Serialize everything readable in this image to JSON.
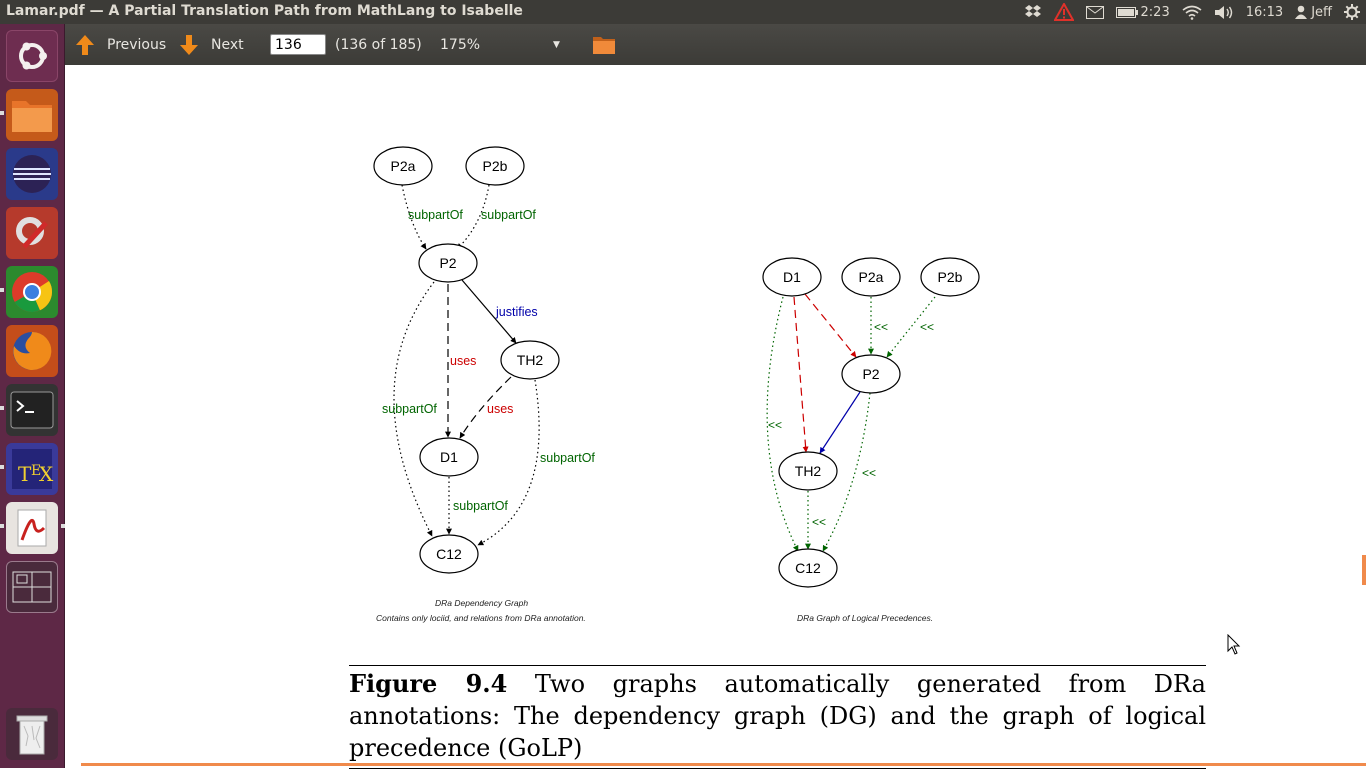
{
  "window": {
    "title": "Lamar.pdf — A Partial Translation Path from MathLang to Isabelle"
  },
  "indicators": {
    "battery": "2:23",
    "clock": "16:13",
    "user": "Jeff"
  },
  "launcher": {
    "items": [
      "dash-home",
      "files",
      "eclipse",
      "system-settings",
      "chrome",
      "firefox",
      "terminal",
      "texmaker",
      "document-viewer",
      "workspace-switcher",
      "trash"
    ]
  },
  "toolbar": {
    "previous_label": "Previous",
    "next_label": "Next",
    "page_value": "136",
    "page_count": "(136 of 185)",
    "zoom": "175%"
  },
  "document": {
    "dg": {
      "caption_title": "DRa Dependency Graph",
      "caption_sub": "Contains only lociid, and relations from DRa annotation.",
      "nodes": [
        {
          "id": "P2a",
          "label": "P2a"
        },
        {
          "id": "P2b",
          "label": "P2b"
        },
        {
          "id": "P2",
          "label": "P2"
        },
        {
          "id": "TH2",
          "label": "TH2"
        },
        {
          "id": "D1",
          "label": "D1"
        },
        {
          "id": "C12",
          "label": "C12"
        }
      ],
      "edges": [
        {
          "from": "P2a",
          "to": "P2",
          "label": "subpartOf",
          "style": "dotted",
          "color": "#006400"
        },
        {
          "from": "P2b",
          "to": "P2",
          "label": "subpartOf",
          "style": "dotted",
          "color": "#006400"
        },
        {
          "from": "P2",
          "to": "TH2",
          "label": "justifies",
          "style": "solid",
          "color": "#0000aa"
        },
        {
          "from": "P2",
          "to": "D1",
          "label": "uses",
          "style": "dashed",
          "color": "#cc0000"
        },
        {
          "from": "TH2",
          "to": "D1",
          "label": "uses",
          "style": "dashed",
          "color": "#cc0000"
        },
        {
          "from": "P2",
          "to": "C12",
          "label": "subpartOf",
          "style": "dotted",
          "color": "#006400"
        },
        {
          "from": "TH2",
          "to": "C12",
          "label": "subpartOf",
          "style": "dotted",
          "color": "#006400"
        },
        {
          "from": "D1",
          "to": "C12",
          "label": "subpartOf",
          "style": "dotted",
          "color": "#006400"
        }
      ]
    },
    "golp": {
      "caption_title": "DRa Graph of Logical Precedences.",
      "nodes": [
        {
          "id": "D1",
          "label": "D1"
        },
        {
          "id": "P2a",
          "label": "P2a"
        },
        {
          "id": "P2b",
          "label": "P2b"
        },
        {
          "id": "P2",
          "label": "P2"
        },
        {
          "id": "TH2",
          "label": "TH2"
        },
        {
          "id": "C12",
          "label": "C12"
        }
      ],
      "edge_label": "<<"
    },
    "figure_label": "Figure 9.4",
    "figure_text": "Two graphs automatically generated from DRa annotations: The dependency graph (DG) and the graph of logical precedence (GoLP)"
  }
}
